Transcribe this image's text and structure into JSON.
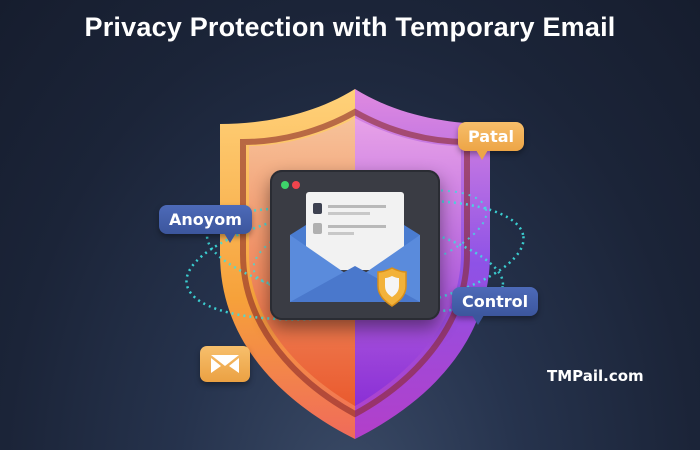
{
  "header": {
    "title": "Privacy Protection with Temporary Email"
  },
  "illustration": {
    "shield": {
      "left_color": "#f7a93b",
      "right_color": "#9b4bd8",
      "name": "shield-graphic"
    },
    "window": {
      "dots": [
        "green",
        "red"
      ]
    },
    "envelope": {
      "color": "#4a7cd0",
      "badge": "shield-badge"
    }
  },
  "bubbles": {
    "anonymous": {
      "label": "Anoyom",
      "color": "#4560aa"
    },
    "patal": {
      "label": "Patal",
      "color": "#f2b257"
    },
    "control": {
      "label": "Control",
      "color": "#4560aa"
    }
  },
  "footer": {
    "brand": "TMPail.com"
  },
  "colors": {
    "background": "#1b2438",
    "accent_dots": "#3ee0e0"
  }
}
